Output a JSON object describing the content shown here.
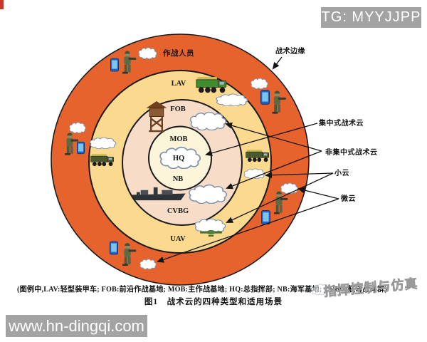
{
  "badge": {
    "text": "TG: MYYJJPP"
  },
  "website": {
    "text": "www.hn-dingqi.com"
  },
  "watermark": {
    "text": "指挥控制与仿真"
  },
  "diagram": {
    "labels": {
      "personnel": "作战人员",
      "lav": "LAV",
      "fob": "FOB",
      "mob": "MOB",
      "hq": "HQ",
      "nb": "NB",
      "cvbg": "CVBG",
      "uav": "UAV"
    },
    "callouts": {
      "tactical_edge": "战术边缘",
      "centralized": "集中式战术云",
      "decentralized": "非集中式战术云",
      "small_cloud": "小云",
      "micro_cloud": "微云"
    },
    "colors": {
      "ring_outer": "#e7632d",
      "ring_middle": "#fbd98e",
      "ring_third": "#f7dcc8",
      "ring_core": "#fcf5da",
      "ring_border": "#1b1b1b"
    },
    "icon_names": [
      "soldier-icon",
      "smartphone-icon",
      "cloud-icon",
      "truck-icon",
      "watchtower-icon",
      "aircraft-carrier-icon",
      "uav-icon"
    ]
  },
  "caption": {
    "legend": "(图例中,LAV:轻型装甲车; FOB:前沿作战基地; MOB:主作战基地; HQ:总指挥部; NB:海军基地; CVBG:航母战斗群)",
    "figure": "图1　战术云的四种类型和适用场景"
  }
}
